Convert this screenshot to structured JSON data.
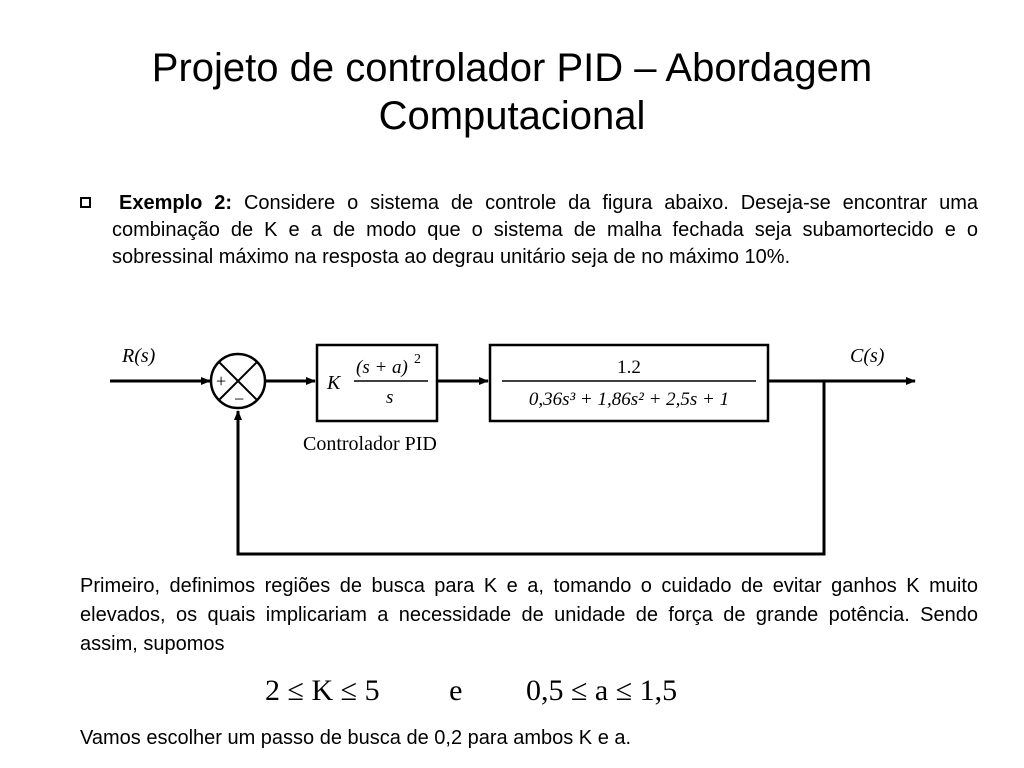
{
  "slide": {
    "title_line1": "Projeto de controlador PID – Abordagem",
    "title_line2": "Computacional",
    "example_label": "Exemplo 2:",
    "example_text": "Considere o sistema de controle da figura abaixo. Deseja-se encontrar uma combinação de K e a de modo que o sistema de malha fechada seja subamortecido e o sobressinal máximo na resposta ao degrau unitário seja de no máximo 10%.",
    "paragraph": "Primeiro, definimos regiões de busca para K e a, tomando o cuidado de evitar ganhos K muito elevados, os quais implicariam a necessidade de unidade de força de grande potência. Sendo assim, supomos",
    "inequality": {
      "left": "2 ≤ K ≤ 5",
      "joiner": "e",
      "right": "0,5 ≤ a ≤ 1,5"
    },
    "final_text": "Vamos escolher um passo de busca de 0,2 para ambos K e a."
  },
  "diagram": {
    "input_label": "R(s)",
    "output_label": "C(s)",
    "sum_plus": "+",
    "sum_minus": "−",
    "pid_gain": "K",
    "pid_numerator": "(s + a)",
    "pid_exponent": "2",
    "pid_denominator": "s",
    "pid_caption": "Controlador PID",
    "plant_numerator": "1.2",
    "plant_denominator": "0,36s³ + 1,86s² + 2,5s + 1"
  }
}
